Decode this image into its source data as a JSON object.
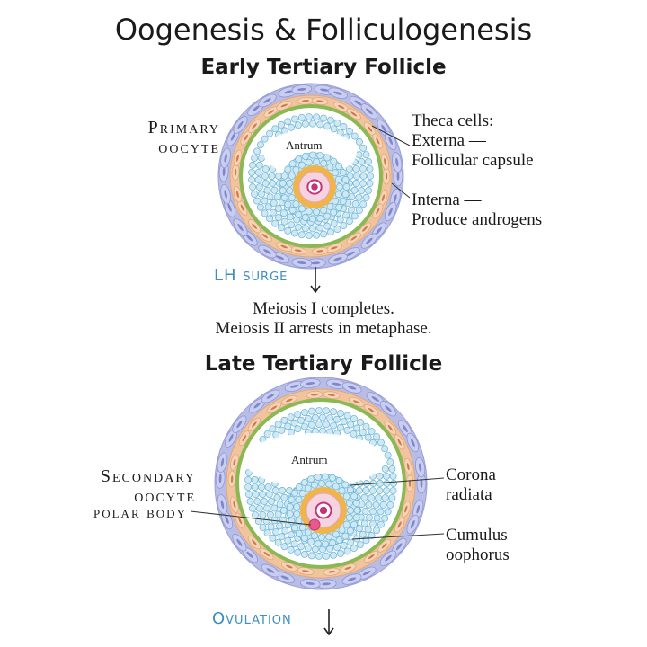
{
  "title": "Oogenesis & Folliculogenesis",
  "early": {
    "heading": "Early Tertiary Follicle",
    "primary_oocyte_line1": "Primary",
    "primary_oocyte_line2": "oocyte",
    "antrum": "Antrum",
    "theca_heading": "Theca cells:",
    "externa_line1": "Externa —",
    "externa_line2": "Follicular capsule",
    "interna_line1": "Interna —",
    "interna_line2": "Produce androgens"
  },
  "transition": {
    "lh_surge": "LH surge",
    "line1": "Meiosis I completes.",
    "line2": "Meiosis II arrests in metaphase."
  },
  "late": {
    "heading": "Late Tertiary Follicle",
    "secondary_line1": "Secondary",
    "secondary_line2": "oocyte",
    "polar_body": "polar body",
    "antrum": "Antrum",
    "corona_line1": "Corona",
    "corona_line2": "radiata",
    "cumulus_line1": "Cumulus",
    "cumulus_line2": "oophorus",
    "ovulation": "Ovulation"
  },
  "colors": {
    "outer_cells": "#b8bde6",
    "outer_nuclei": "#7f86c9",
    "theca_interna": "#f2c49e",
    "theca_nuclei": "#d2784a",
    "basement_membrane": "#8ab852",
    "granulosa": "#cfe8f3",
    "granulosa_outline": "#66b3d6",
    "zona_pellucida": "#f0b44a",
    "oocyte": "#f6d3e0",
    "nucleus": "#c2347a",
    "label_blue": "#3d8fc0"
  }
}
